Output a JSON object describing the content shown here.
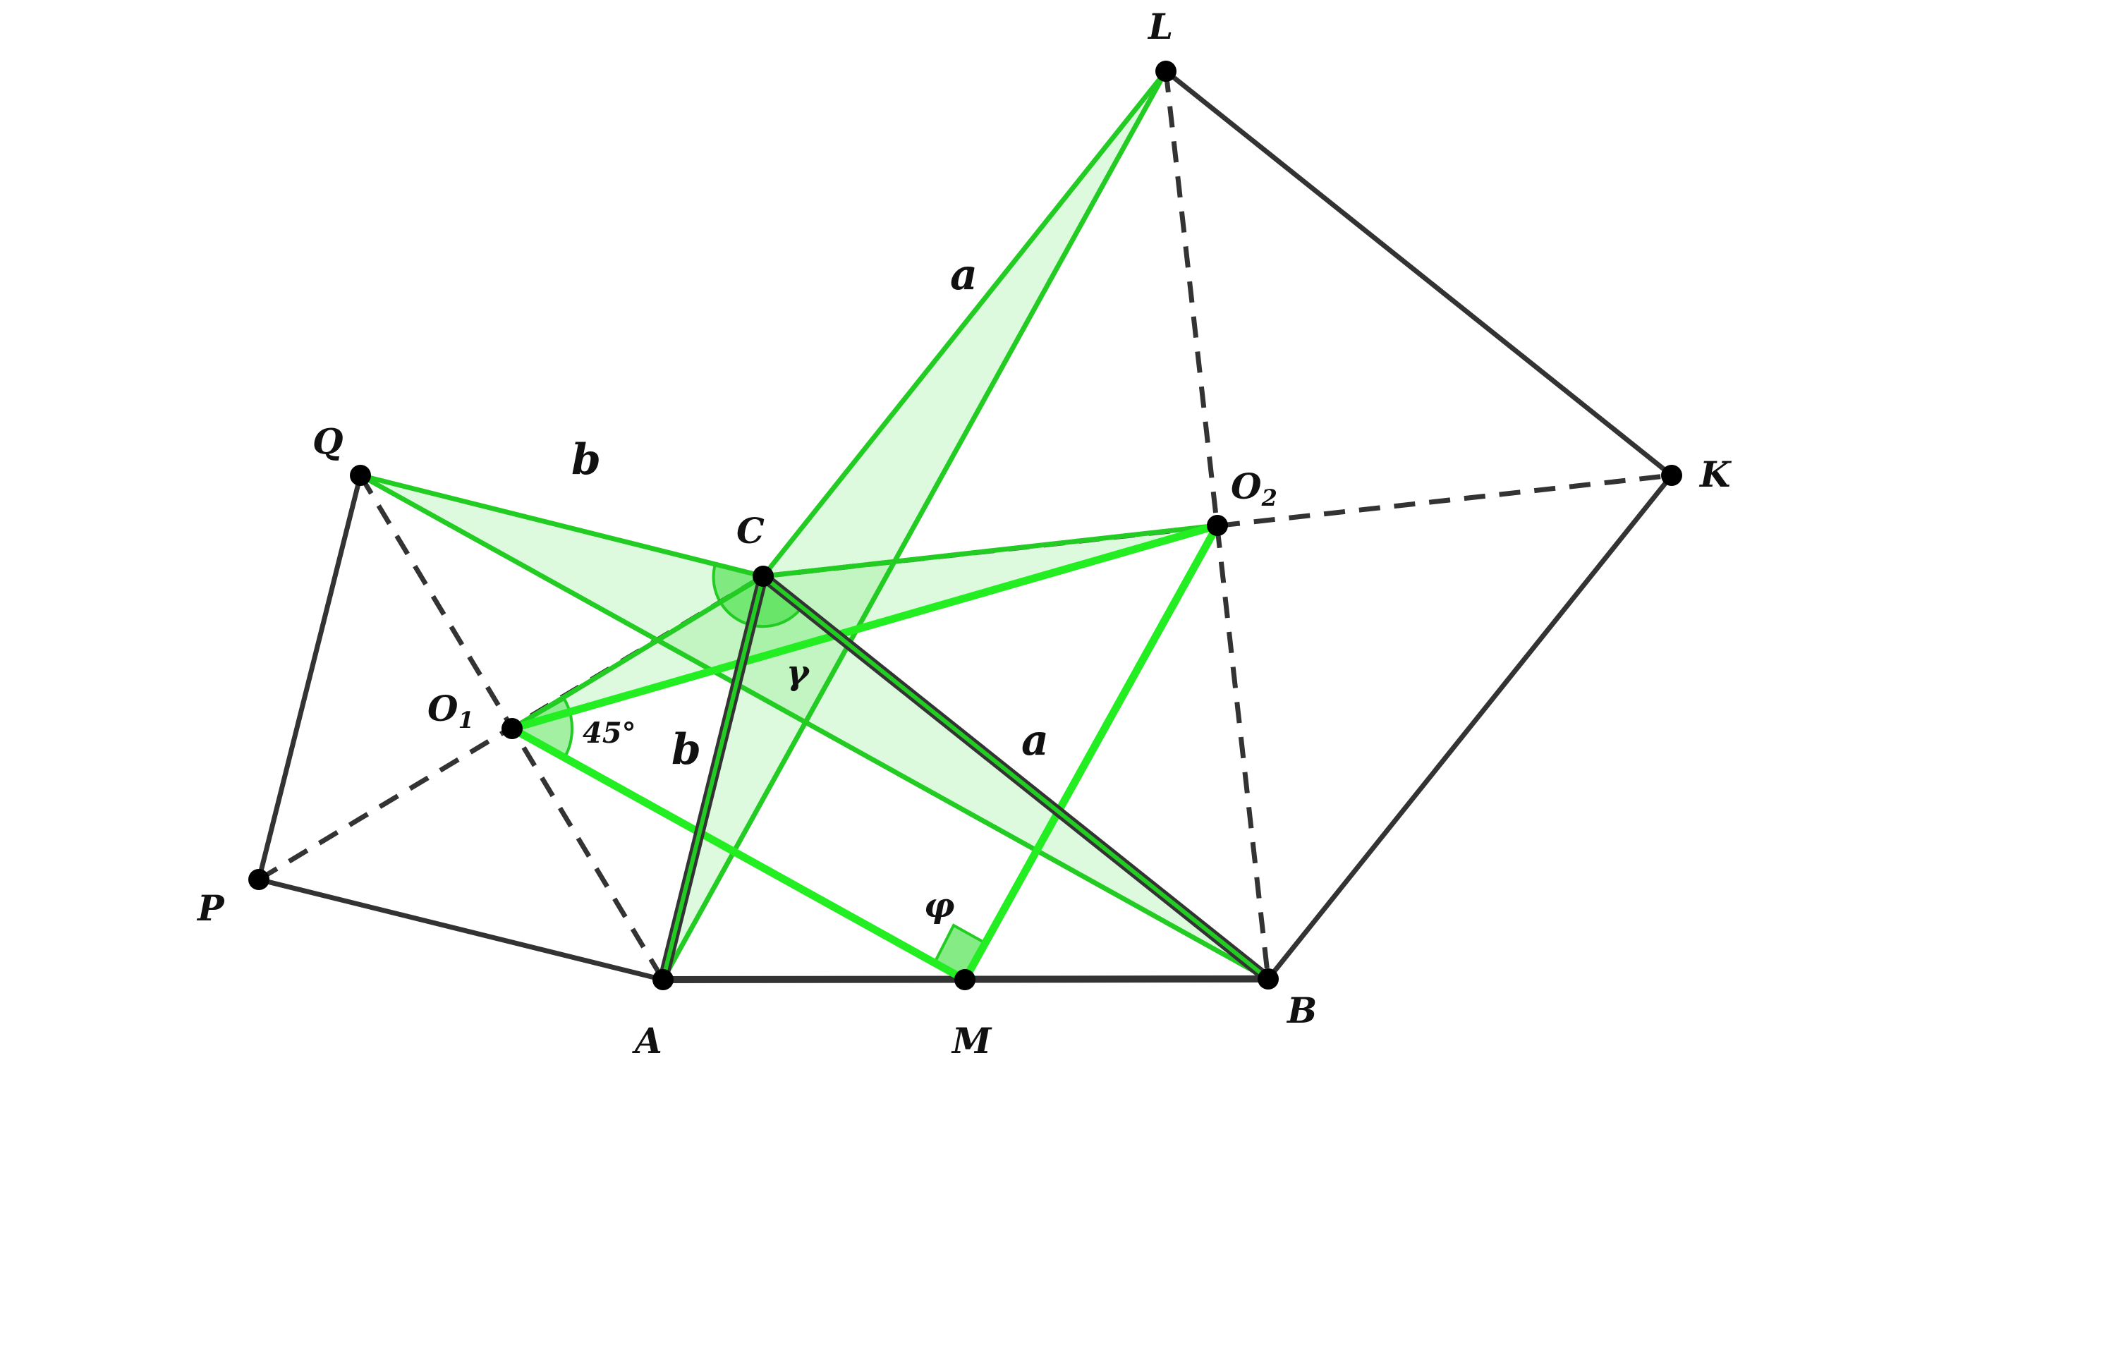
{
  "colors": {
    "green": "#22ee22",
    "green_dark": "#1faa1f",
    "green_fill": "#33dd33",
    "black": "#333333",
    "point": "#000000"
  },
  "labels": {
    "L": "L",
    "Q": "Q",
    "C": "C",
    "O1_main": "O",
    "O1_sub": "1",
    "O2_main": "O",
    "O2_sub": "2",
    "K": "K",
    "P": "P",
    "A": "A",
    "M": "M",
    "B": "B",
    "side_a_upper": "a",
    "side_b_upper": "b",
    "side_b_lower": "b",
    "side_a_lower": "a",
    "angle_45": "45°",
    "angle_gamma": "γ",
    "angle_phi": "φ"
  }
}
